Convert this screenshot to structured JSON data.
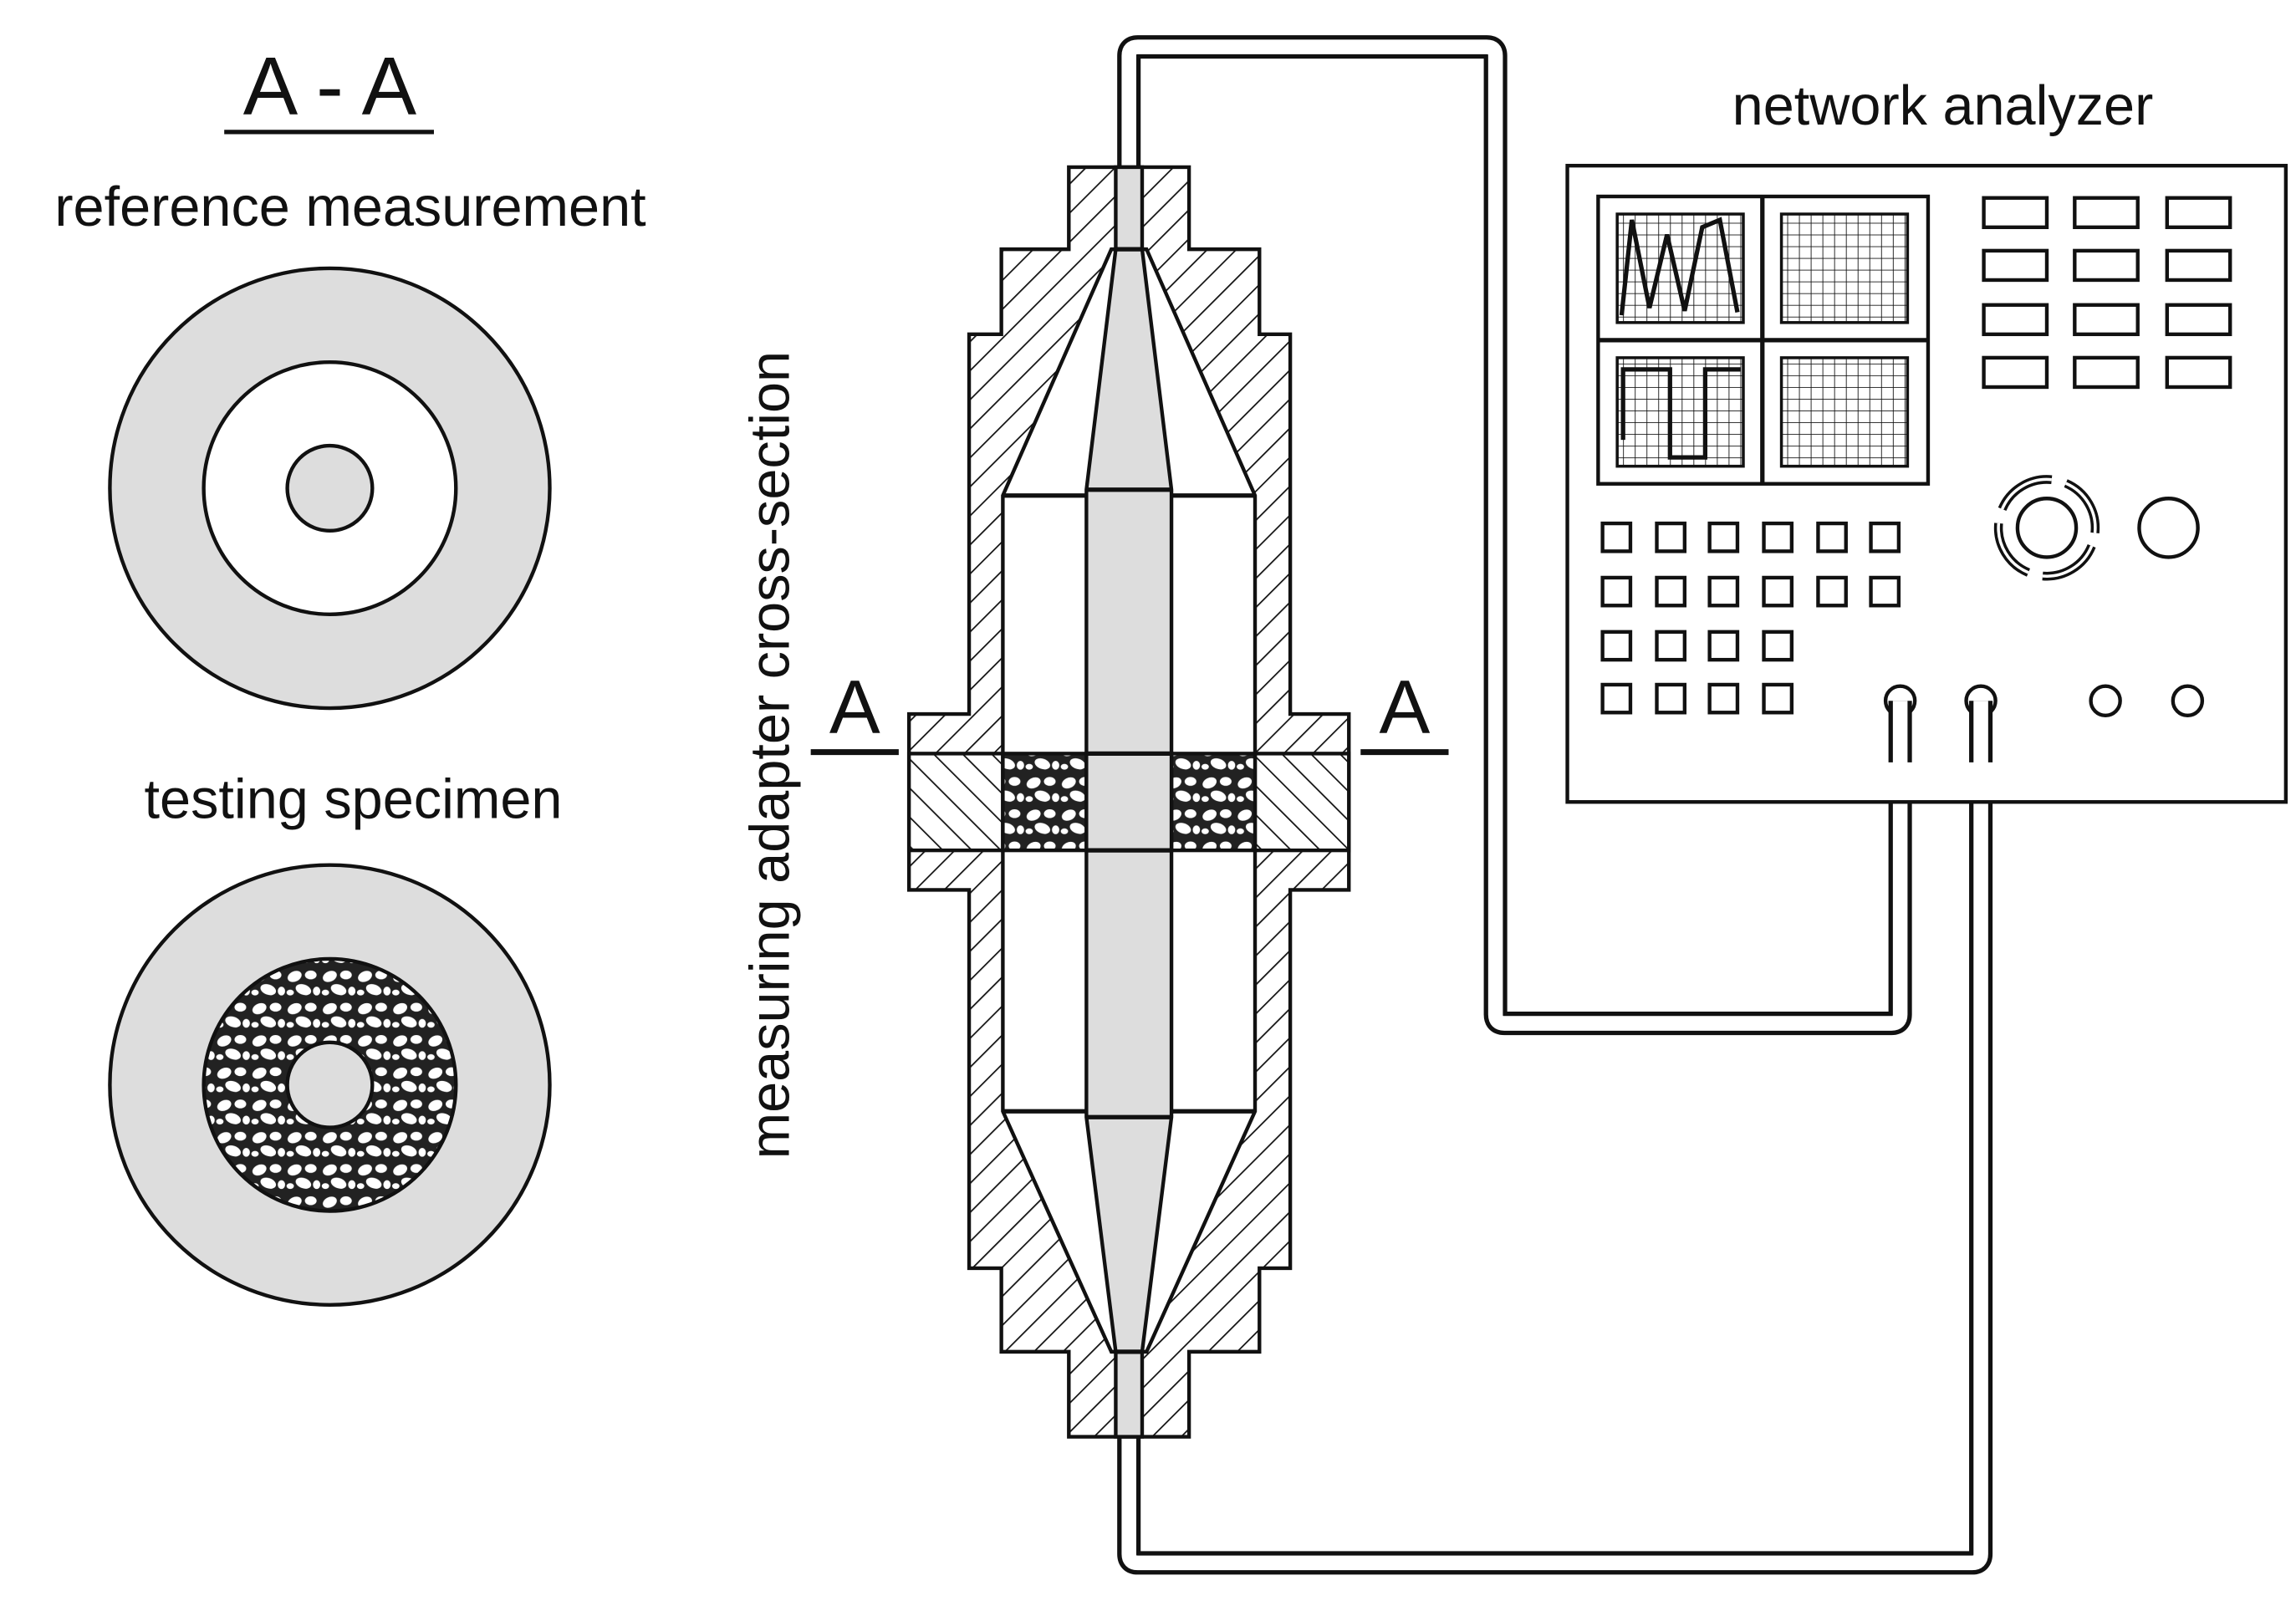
{
  "section_label": {
    "title": "A - A",
    "reference": "reference measurement",
    "specimen": "testing specimen"
  },
  "adapter": {
    "label": "measuring adapter cross-section",
    "marker_left": "A",
    "marker_right": "A"
  },
  "analyzer": {
    "label": "network analyzer"
  },
  "colors": {
    "stroke": "#111111",
    "conductor_fill": "#dddddd",
    "background": "#ffffff"
  }
}
